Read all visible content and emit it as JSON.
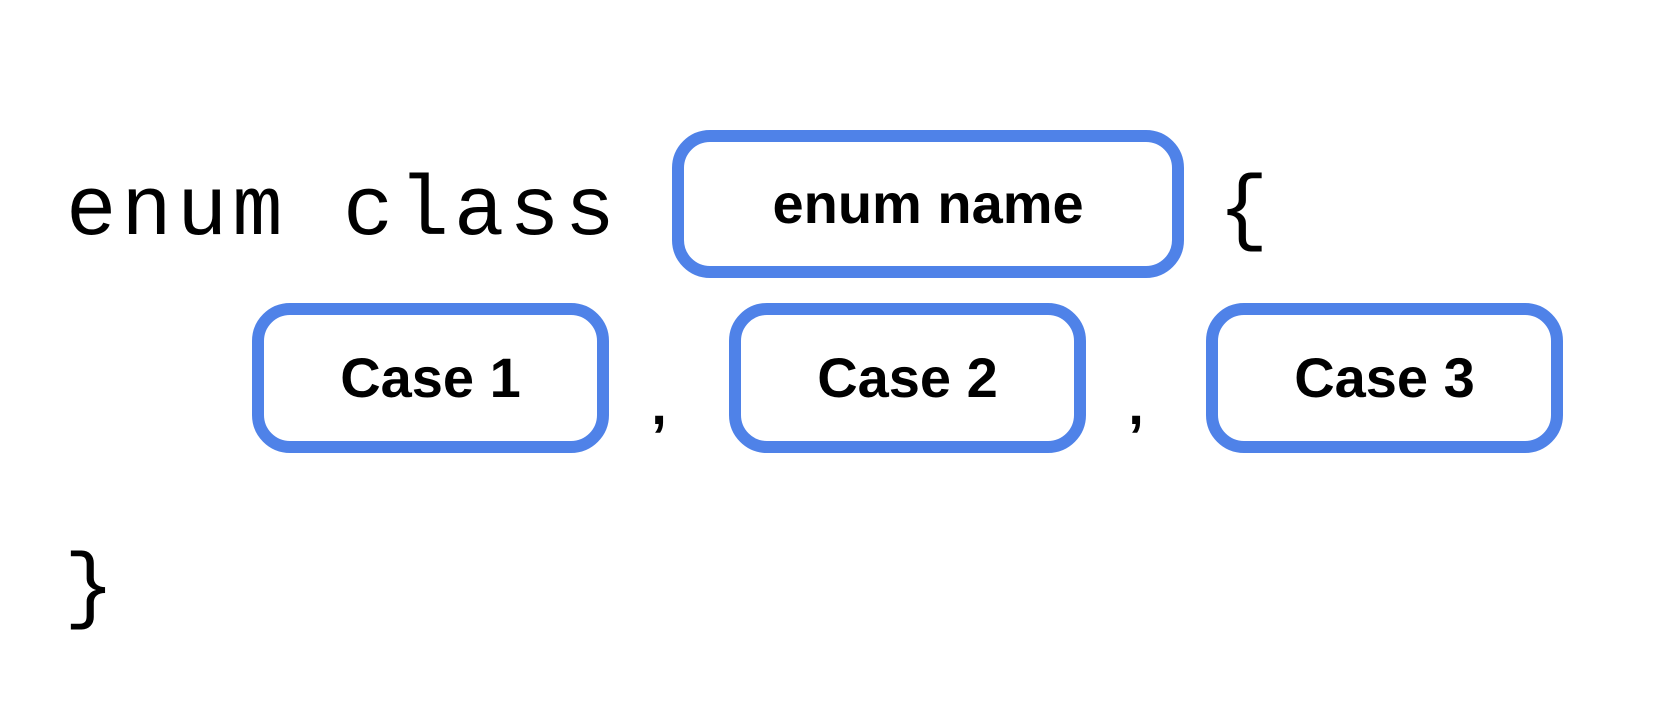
{
  "diagram": {
    "keyword": "enum class",
    "enum_name_label": "enum name",
    "open_brace": "{",
    "close_brace": "}",
    "separator": ",",
    "cases": [
      "Case 1",
      "Case 2",
      "Case 3"
    ],
    "colors": {
      "box_border": "#4f82e8",
      "text": "#000000",
      "background": "#ffffff"
    }
  }
}
